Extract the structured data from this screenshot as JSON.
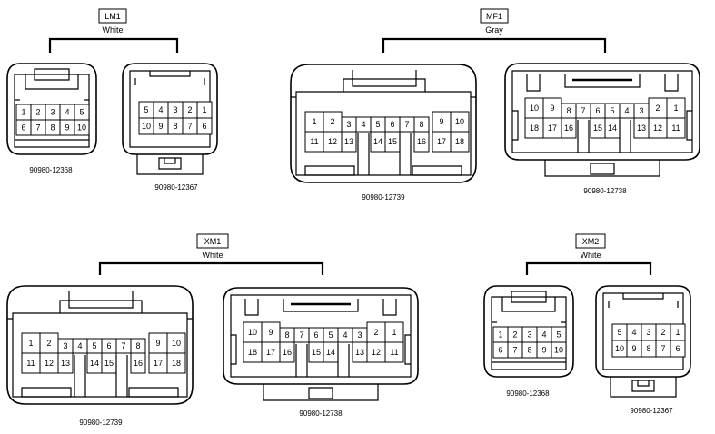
{
  "groups": [
    {
      "name": "LM1",
      "color": "White"
    },
    {
      "name": "MF1",
      "color": "Gray"
    },
    {
      "name": "XM1",
      "color": "White"
    },
    {
      "name": "XM2",
      "color": "White"
    }
  ],
  "part_numbers": {
    "lm1_left": "90980-12368",
    "lm1_right": "90980-12367",
    "mf1_left": "90980-12739",
    "mf1_right": "90980-12738",
    "xm1_left": "90980-12739",
    "xm1_right": "90980-12738",
    "xm2_left": "90980-12368",
    "xm2_right": "90980-12367"
  },
  "pins": {
    "c10_male_top": [
      "1",
      "2",
      "3",
      "4",
      "5"
    ],
    "c10_male_bottom": [
      "6",
      "7",
      "8",
      "9",
      "10"
    ],
    "c10_female_top": [
      "5",
      "4",
      "3",
      "2",
      "1"
    ],
    "c10_female_bottom": [
      "10",
      "9",
      "8",
      "7",
      "6"
    ],
    "c18_male_top": [
      "1",
      "2",
      "3",
      "4",
      "5",
      "6",
      "7",
      "8",
      "9",
      "10"
    ],
    "c18_male_bottom": [
      "11",
      "12",
      "13",
      "14",
      "15",
      "16",
      "17",
      "18"
    ],
    "c18_female_top": [
      "10",
      "9",
      "8",
      "7",
      "6",
      "5",
      "4",
      "3",
      "2",
      "1"
    ],
    "c18_female_bottom": [
      "18",
      "17",
      "16",
      "15",
      "14",
      "13",
      "12",
      "11"
    ]
  }
}
